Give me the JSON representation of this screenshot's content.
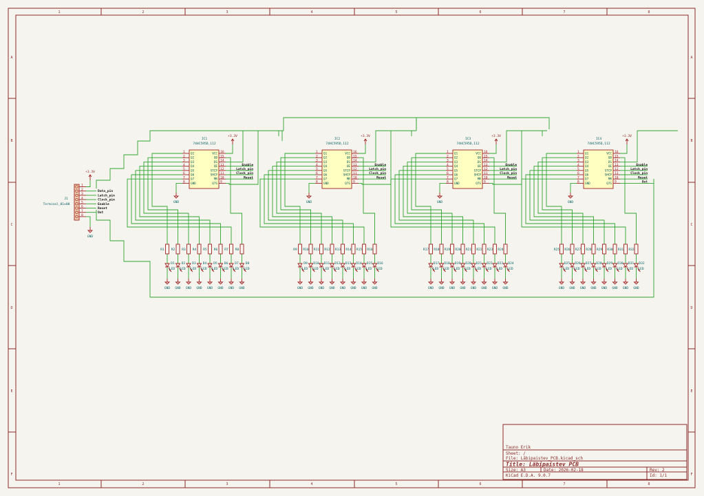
{
  "frame": {
    "columns": [
      "1",
      "2",
      "3",
      "4",
      "5",
      "6",
      "7",
      "8"
    ],
    "rows": [
      "A",
      "B",
      "C",
      "D",
      "E",
      "F"
    ]
  },
  "title_block": {
    "author": "Tauno Erik",
    "sheet": "Sheet: /",
    "file": "File: Läbipaistev_PCB.kicad_sch",
    "title": "Title: Läbipaistev PCB",
    "size": "Size: A3",
    "date": "Date: 2026-02-18",
    "rev": "Rev: 2",
    "tool": "KiCad E.D.A. 9.0.7",
    "id": "Id: 1/1"
  },
  "connector": {
    "ref": "J1",
    "value": "Terminal_01x08",
    "pins": [
      "1",
      "2",
      "3",
      "4",
      "5",
      "6",
      "7",
      "8"
    ],
    "nets": [
      "Data_pin",
      "Latch_pin",
      "Clock_pin",
      "Enable",
      "Reset",
      "Out"
    ],
    "power": "+3.3V",
    "ground": "GND"
  },
  "ics": [
    {
      "ref": "IC1",
      "value": "74HC595D,112"
    },
    {
      "ref": "IC2",
      "value": "74HC595D,112"
    },
    {
      "ref": "IC3",
      "value": "74HC595D,112"
    },
    {
      "ref": "IC4",
      "value": "74HC595D,112"
    }
  ],
  "ic_pins": {
    "left_nums": [
      "1",
      "2",
      "3",
      "4",
      "5",
      "6",
      "7",
      "8"
    ],
    "left_names": [
      "Q1",
      "Q2",
      "Q3",
      "Q4",
      "Q5",
      "Q6",
      "Q7",
      "GND"
    ],
    "right_nums": [
      "16",
      "15",
      "14",
      "13",
      "12",
      "11",
      "10",
      "9"
    ],
    "right_names": [
      "VCC",
      "Q0",
      "DS",
      "OE",
      "STCP",
      "SHCP",
      "MR",
      "Q7S"
    ]
  },
  "ic_nets": [
    "Enable",
    "Latch_pin",
    "Clock_pin",
    "Reset"
  ],
  "last_out": "Out",
  "power_label": "+3.3V",
  "ground_label": "GND",
  "led_value": "LED",
  "resistors": [
    "R1",
    "R2",
    "R3",
    "R4",
    "R5",
    "R6",
    "R7",
    "R8",
    "R9",
    "R10",
    "R11",
    "R12",
    "R13",
    "R14",
    "R15",
    "R16",
    "R17",
    "R18",
    "R19",
    "R20",
    "R21",
    "R22",
    "R23",
    "R24",
    "R25",
    "R26",
    "R27",
    "R28",
    "R29",
    "R30",
    "R31",
    "R32"
  ],
  "leds": [
    "D1",
    "D2",
    "D3",
    "D4",
    "D5",
    "D6",
    "D7",
    "D8",
    "D9",
    "D10",
    "D11",
    "D12",
    "D13",
    "D14",
    "D15",
    "D16",
    "D17",
    "D18",
    "D19",
    "D20",
    "D21",
    "D22",
    "D23",
    "D24",
    "D25",
    "D26",
    "D27",
    "D28",
    "D29",
    "D30",
    "D31",
    "D32"
  ]
}
